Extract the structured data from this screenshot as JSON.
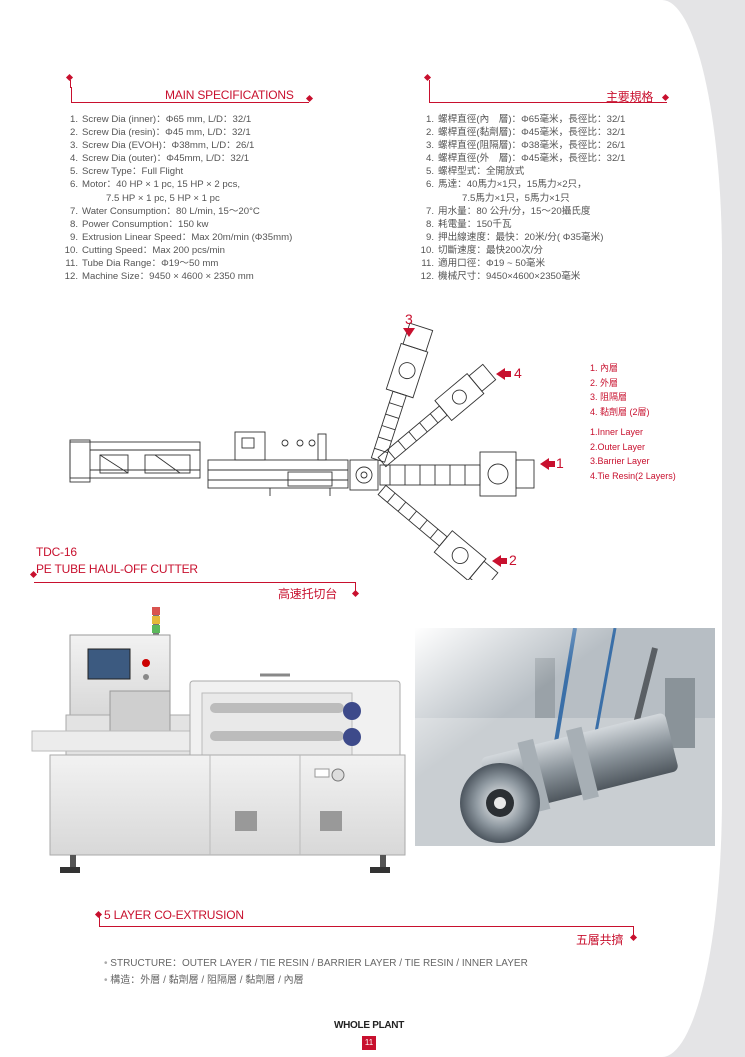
{
  "main_specs": {
    "title": "MAIN SPECIFICATIONS",
    "items": [
      {
        "n": "1.",
        "t": "Screw Dia (inner)：Φ65 mm, L/D：32/1"
      },
      {
        "n": "2.",
        "t": "Screw Dia (resin)：Φ45 mm, L/D：32/1"
      },
      {
        "n": "3.",
        "t": "Screw Dia (EVOH)：Φ38mm, L/D：26/1"
      },
      {
        "n": "4.",
        "t": "Screw Dia (outer)：Φ45mm, L/D：32/1"
      },
      {
        "n": "5.",
        "t": "Screw Type：Full Flight"
      },
      {
        "n": "6.",
        "t": "Motor：40 HP × 1 pc, 15 HP × 2 pcs,"
      },
      {
        "n": "",
        "t": "7.5 HP × 1 pc, 5 HP × 1 pc"
      },
      {
        "n": "7.",
        "t": "Water Consumption：80 L/min, 15～20°C"
      },
      {
        "n": "8.",
        "t": "Power Consumption：150  kw"
      },
      {
        "n": "9.",
        "t": "Extrusion Linear Speed：Max 20m/min (Φ35mm)"
      },
      {
        "n": "10.",
        "t": "Cutting Speed：Max 200 pcs/min"
      },
      {
        "n": "11.",
        "t": "Tube Dia Range：Φ19～50 mm"
      },
      {
        "n": "12.",
        "t": "Machine Size：9450 × 4600 × 2350 mm"
      }
    ]
  },
  "zh_specs": {
    "title": "主要規格",
    "items": [
      {
        "n": "1.",
        "t": "螺桿直徑(內　層)：Φ65毫米，長徑比：32/1"
      },
      {
        "n": "2.",
        "t": "螺桿直徑(黏劑層)：Φ45毫米，長徑比：32/1"
      },
      {
        "n": "3.",
        "t": "螺桿直徑(阻隔層)：Φ38毫米，長徑比：26/1"
      },
      {
        "n": "4.",
        "t": "螺桿直徑(外　層)：Φ45毫米，長徑比：32/1"
      },
      {
        "n": "5.",
        "t": "螺桿型式：全開放式"
      },
      {
        "n": "6.",
        "t": "馬達：40馬力×1只，15馬力×2只，"
      },
      {
        "n": "",
        "t": "7.5馬力×1只，5馬力×1只"
      },
      {
        "n": "7.",
        "t": "用水量：80 公升/分，15～20攝氏度"
      },
      {
        "n": "8.",
        "t": "耗電量：150千瓦"
      },
      {
        "n": "9.",
        "t": "押出線速度：最快：20米/分( Φ35毫米)"
      },
      {
        "n": "10.",
        "t": "切斷速度：最快200次/分"
      },
      {
        "n": "11.",
        "t": "適用口徑：Φ19 ~ 50毫米"
      },
      {
        "n": "12.",
        "t": "機械尺寸：9450×4600×2350毫米"
      }
    ]
  },
  "diagram": {
    "callouts": [
      "1",
      "2",
      "3",
      "4"
    ],
    "legend_zh": [
      "1. 內層",
      "2. 外層",
      "3. 阻隔層",
      "4. 黏劑層 (2層)"
    ],
    "legend_en": [
      "1.Inner Layer",
      "2.Outer Layer",
      "3.Barrier Layer",
      "4.Tie Resin(2 Layers)"
    ]
  },
  "cutter": {
    "model": "TDC-16",
    "title": "PE TUBE HAUL-OFF CUTTER",
    "title_zh": "高速托切台"
  },
  "coextrusion": {
    "title": "5 LAYER CO-EXTRUSION",
    "title_zh": "五層共擠",
    "structure_en": "STRUCTURE：OUTER LAYER / TIE RESIN / BARRIER LAYER / TIE RESIN / INNER LAYER",
    "structure_zh": "構造：外層  /  黏劑層  /  阻隔層  /  黏劑層  /  內層"
  },
  "footer": {
    "section": "WHOLE PLANT",
    "page": "11"
  },
  "colors": {
    "accent": "#c8102e",
    "text": "#555555",
    "machine": "#e7e7e7"
  }
}
